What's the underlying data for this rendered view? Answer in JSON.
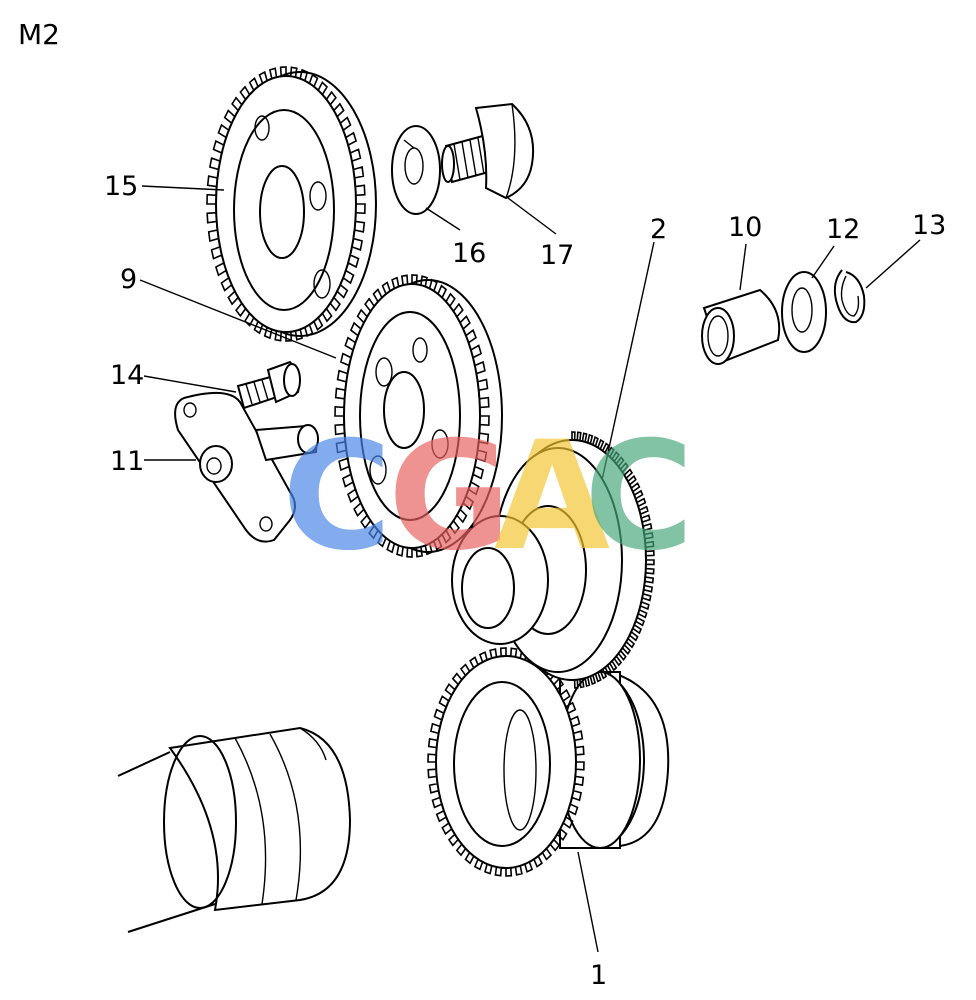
{
  "title": "M2",
  "callouts": [
    "15",
    "16",
    "17",
    "2",
    "10",
    "12",
    "13",
    "9",
    "14",
    "11",
    "1"
  ],
  "watermark": {
    "letters": [
      "C",
      "G",
      "A",
      "C"
    ],
    "colors": [
      "#4a86e8",
      "#e86060",
      "#f3c531",
      "#47a77a"
    ]
  }
}
